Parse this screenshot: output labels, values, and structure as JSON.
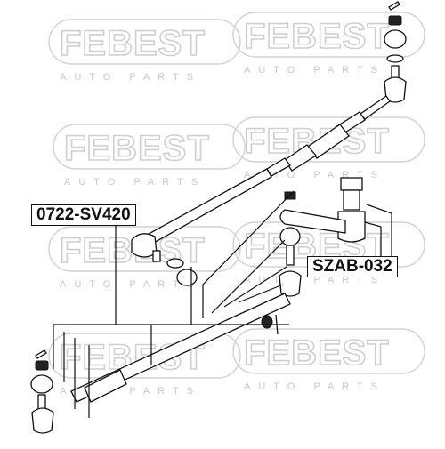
{
  "watermark": {
    "brand": "FEBEST",
    "tagline": "AUTO PARTS"
  },
  "labels": {
    "tie_rod_assembly": "0722-SV420",
    "idler_arm": "SZAB-032"
  },
  "colors": {
    "ink": "#111111",
    "watermark": "#cfcfcf",
    "background": "#ffffff"
  }
}
